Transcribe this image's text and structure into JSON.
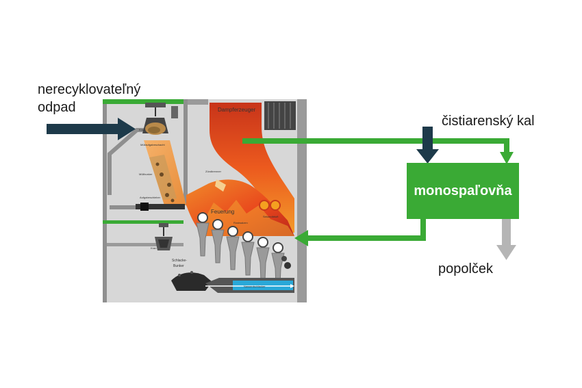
{
  "labels": {
    "input_waste": [
      "nerecyklovateľný",
      "odpad"
    ],
    "input_sludge": "čistiarenský kal",
    "output_ash": "popolček",
    "monoincinerator": "monospaľovňa"
  },
  "plant": {
    "steam_generator": "Dampferzeuger",
    "crane_top": "Kran",
    "waste_chute": "Müllaufgabeschacht",
    "waste_bunker": "Müllbunker",
    "feeder": "Aufgabeschieber",
    "burner": "Zündbrenner",
    "furnace": "Feuerung",
    "grate": "Rostwalzen",
    "secondary_air": "Sekundärluft",
    "crane_bottom": "Kran",
    "slag_bunker": [
      "Schlacke-",
      "Bunker"
    ],
    "wet_deslagger": "Nassentschlacker"
  },
  "colors": {
    "green": "#3aaa35",
    "navy": "#1d3a4a",
    "gray_arrow": "#b5b5b5",
    "fire": "#e8461c"
  }
}
